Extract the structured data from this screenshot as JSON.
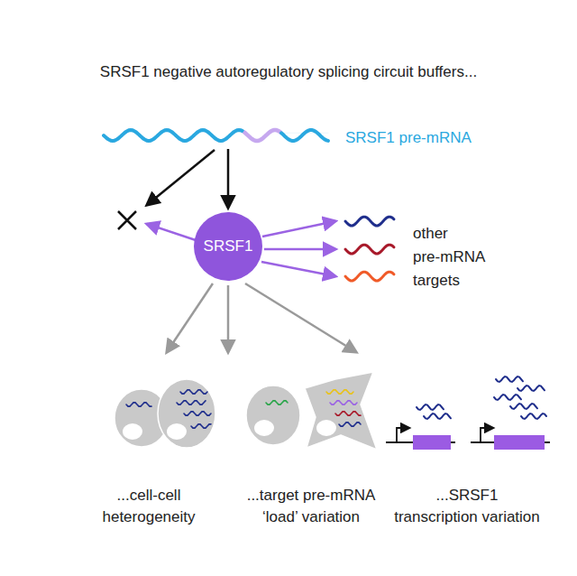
{
  "diagram": {
    "title": "SRSF1 negative autoregulatory splicing circuit buffers...",
    "nodes": [
      {
        "text": [
          "SRSF1"
        ]
      }
    ],
    "labels": [
      "SRSF1 pre-mRNA",
      "other pre-mRNA targets",
      "...cell-cell heterogeneity",
      "...target pre-mRNA ‘load’ variation",
      "...SRSF1 transcription variation"
    ]
  }
}
